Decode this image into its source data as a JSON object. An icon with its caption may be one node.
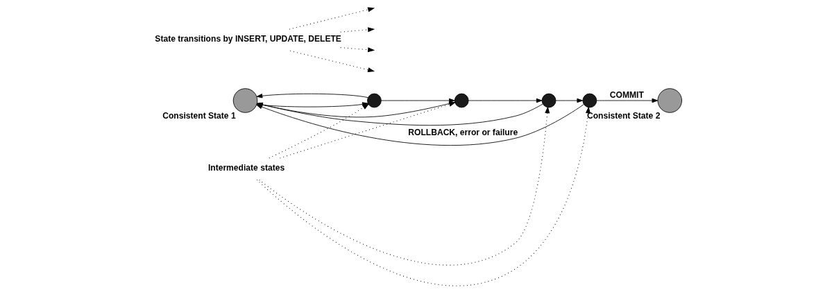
{
  "diagram": {
    "nodes": [
      {
        "text": [
          "Consistent State 1"
        ]
      },
      {
        "text": [],
        "shape": "circle"
      },
      {
        "text": [],
        "shape": "circle"
      },
      {
        "text": [],
        "shape": "circle"
      },
      {
        "text": [],
        "shape": "circle"
      },
      {
        "text": [
          "Consistent State 2"
        ]
      },
      {
        "text": [
          "State transitions by INSERT, UPDATE, DELETE"
        ]
      },
      {
        "text": [
          "Intermediate states"
        ]
      }
    ],
    "edges": [
      {
        "from": 0,
        "to": 1,
        "arrow": "to"
      },
      {
        "from": 1,
        "to": 2,
        "arrow": "to"
      },
      {
        "from": 2,
        "to": 3,
        "arrow": "to"
      },
      {
        "from": 3,
        "to": 4,
        "arrow": "to"
      },
      {
        "from": 4,
        "to": 5,
        "arrow": "to",
        "label": "COMMIT"
      },
      {
        "from": 1,
        "to": 0,
        "arrow": "to"
      },
      {
        "from": 2,
        "to": 0,
        "arrow": "to"
      },
      {
        "from": 3,
        "to": 0,
        "arrow": "to"
      },
      {
        "from": 4,
        "to": 0,
        "arrow": "to",
        "label": "ROLLBACK, error or failure"
      },
      {
        "from": 6,
        "to": null,
        "arrow": "to",
        "style": "dashed"
      },
      {
        "from": 6,
        "to": null,
        "arrow": "to",
        "style": "dashed"
      },
      {
        "from": 6,
        "to": null,
        "arrow": "to",
        "style": "dashed"
      },
      {
        "from": 6,
        "to": null,
        "arrow": "to",
        "style": "dashed"
      },
      {
        "from": 7,
        "to": 1,
        "arrow": "to",
        "style": "dashed"
      },
      {
        "from": 7,
        "to": 2,
        "arrow": "to",
        "style": "dashed"
      },
      {
        "from": 7,
        "to": 3,
        "arrow": "to",
        "style": "dashed"
      },
      {
        "from": 7,
        "to": 4,
        "arrow": "to",
        "style": "dashed"
      }
    ]
  }
}
